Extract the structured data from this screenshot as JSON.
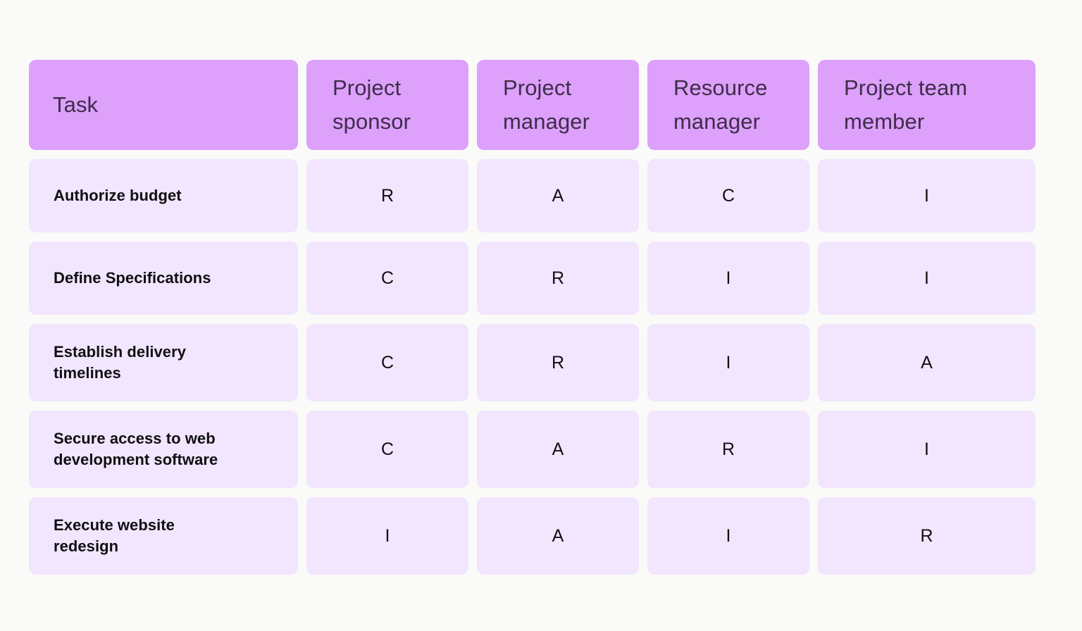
{
  "theme": {
    "page_background": "#FAFAF8",
    "header_cell_color": "#DDA0FB",
    "header_text_color": "#3E2D4A",
    "body_cell_color": "#F1E6FD",
    "body_text_color": "#100F12"
  },
  "table": {
    "columns": [
      {
        "key": "task",
        "label": "Task"
      },
      {
        "key": "project_sponsor",
        "label": "Project\nsponsor"
      },
      {
        "key": "project_manager",
        "label": "Project\nmanager"
      },
      {
        "key": "resource_manager",
        "label": "Resource\nmanager"
      },
      {
        "key": "project_team_member",
        "label": "Project team\nmember"
      }
    ],
    "rows": [
      {
        "task": "Authorize budget",
        "values": [
          "R",
          "A",
          "C",
          "I"
        ]
      },
      {
        "task": "Define Specifications",
        "values": [
          "C",
          "R",
          "I",
          "I"
        ]
      },
      {
        "task": "Establish delivery\ntimelines",
        "values": [
          "C",
          "R",
          "I",
          "A"
        ]
      },
      {
        "task": "Secure access to web\ndevelopment software",
        "values": [
          "C",
          "A",
          "R",
          "I"
        ]
      },
      {
        "task": "Execute website\nredesign",
        "values": [
          "I",
          "A",
          "I",
          "R"
        ]
      }
    ]
  }
}
